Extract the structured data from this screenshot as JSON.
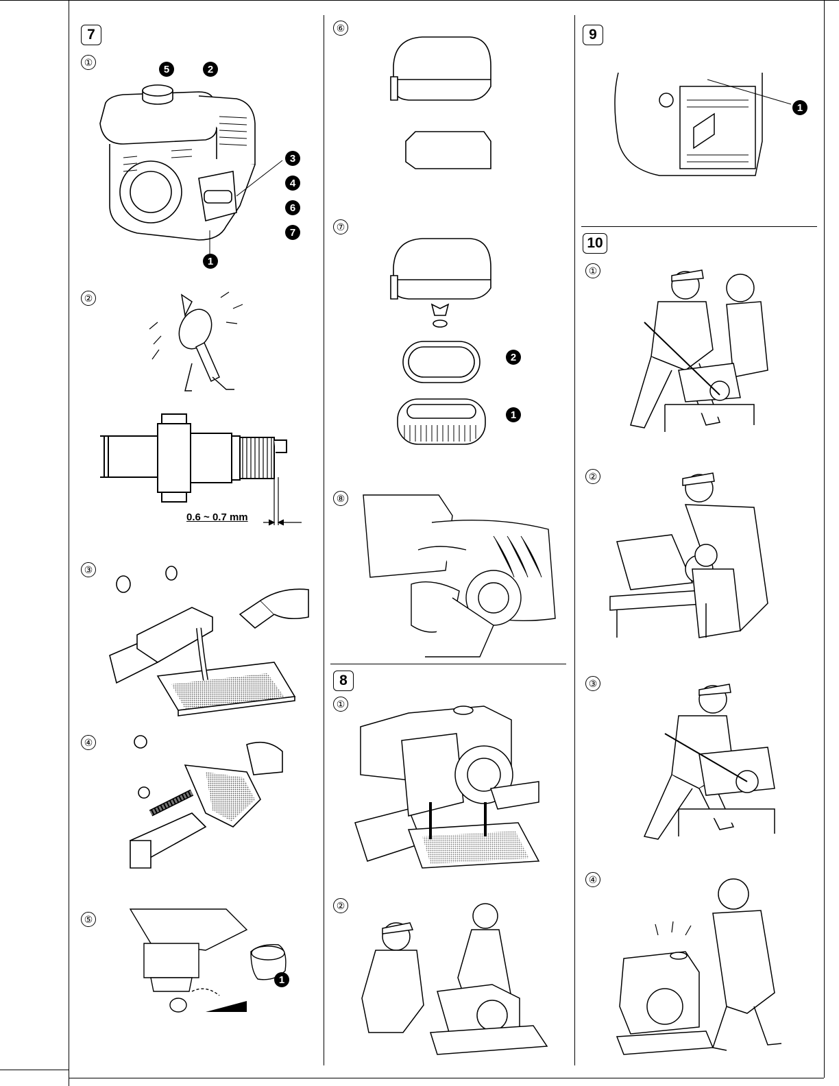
{
  "sections": [
    {
      "number": "7",
      "steps": [
        {
          "marker": "①",
          "callouts": [
            "5",
            "2",
            "3",
            "4",
            "6",
            "7",
            "1"
          ]
        },
        {
          "marker": "②",
          "gap": "0.6 ~ 0.7 mm"
        },
        {
          "marker": "③"
        },
        {
          "marker": "④"
        },
        {
          "marker": "⑤",
          "callouts": [
            "1"
          ]
        },
        {
          "marker": "⑥"
        },
        {
          "marker": "⑦",
          "callouts": [
            "2",
            "1"
          ]
        },
        {
          "marker": "⑧"
        }
      ]
    },
    {
      "number": "8",
      "steps": [
        {
          "marker": "①"
        },
        {
          "marker": "②"
        }
      ]
    },
    {
      "number": "9",
      "steps": [
        {
          "callouts": [
            "1"
          ]
        }
      ]
    },
    {
      "number": "10",
      "steps": [
        {
          "marker": "①"
        },
        {
          "marker": "②"
        },
        {
          "marker": "③"
        },
        {
          "marker": "④"
        }
      ]
    }
  ]
}
